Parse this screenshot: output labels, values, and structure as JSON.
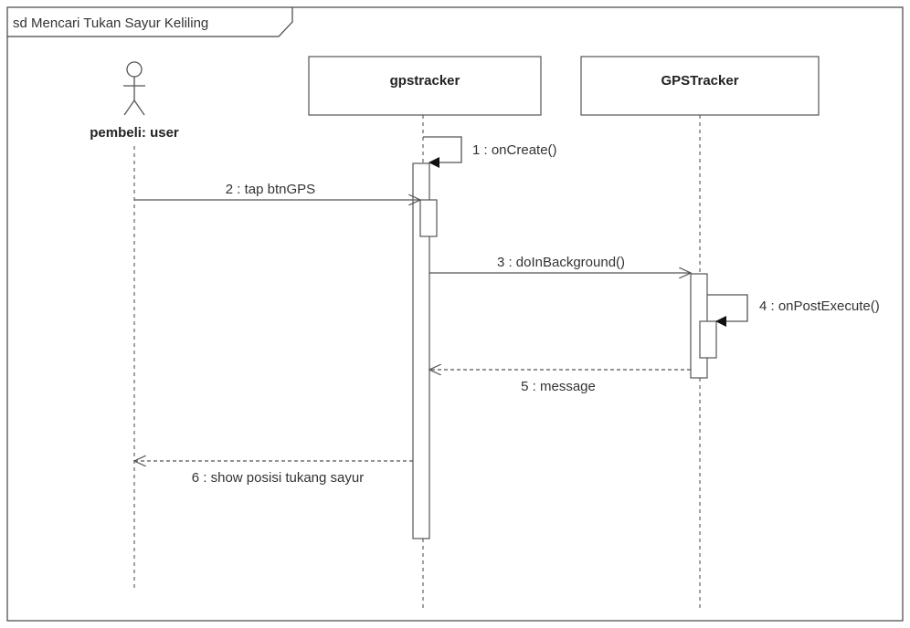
{
  "frame": {
    "title": "sd Mencari Tukan Sayur Keliling"
  },
  "actor": {
    "label": "pembeli: user"
  },
  "lifelines": [
    {
      "id": "gpstracker",
      "label": "gpstracker"
    },
    {
      "id": "GPSTracker",
      "label": "GPSTracker"
    }
  ],
  "messages": [
    {
      "id": "m1",
      "label": "1 : onCreate()",
      "kind": "self-sync"
    },
    {
      "id": "m2",
      "label": "2 : tap btnGPS",
      "kind": "async"
    },
    {
      "id": "m3",
      "label": "3 : doInBackground()",
      "kind": "async"
    },
    {
      "id": "m4",
      "label": "4 : onPostExecute()",
      "kind": "self-sync"
    },
    {
      "id": "m5",
      "label": "5 : message",
      "kind": "return"
    },
    {
      "id": "m6",
      "label": "6 : show posisi tukang sayur",
      "kind": "return"
    }
  ],
  "colors": {
    "line": "#555555",
    "frame": "#444444",
    "text": "#333333",
    "background": "#ffffff"
  }
}
